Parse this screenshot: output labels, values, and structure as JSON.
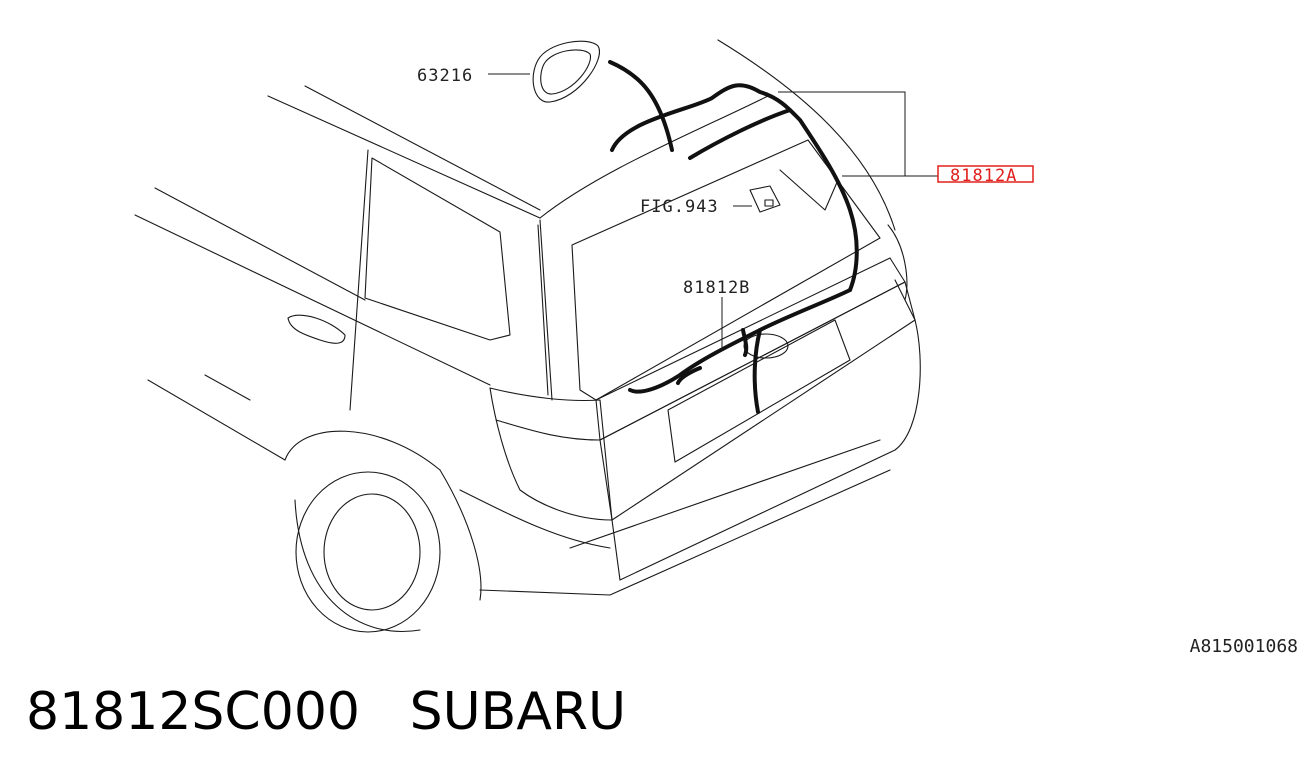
{
  "diagram": {
    "labels": {
      "grommet": "63216",
      "harness_a": "81812A",
      "figure_ref": "FIG.943",
      "harness_b": "81812B"
    },
    "highlight_color": "#e0201c",
    "drawing_code": "A815001068"
  },
  "caption": {
    "part_number": "81812SC000",
    "brand": "SUBARU"
  }
}
